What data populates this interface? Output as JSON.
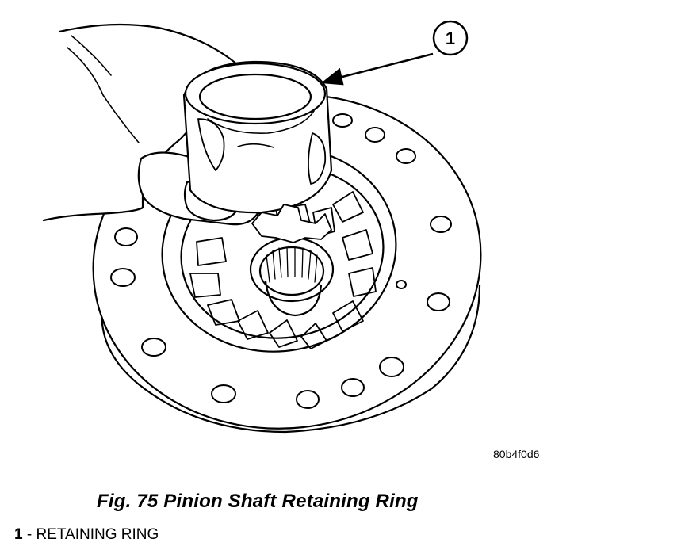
{
  "figure": {
    "callout_number": "1",
    "image_code": "80b4f0d6",
    "caption": "Fig. 75 Pinion Shaft Retaining Ring"
  },
  "legend": [
    {
      "number": "1",
      "separator": " - ",
      "label": "RETAINING RING"
    }
  ]
}
